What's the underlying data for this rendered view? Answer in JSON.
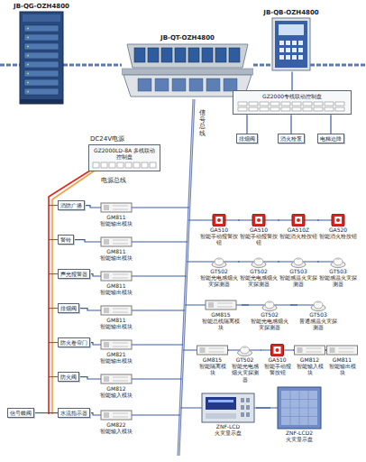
{
  "diagram": {
    "nodes": [
      {
        "text": [
          "JB-QG-OZH4800"
        ]
      },
      {
        "text": [
          "JB-QT-OZH4800"
        ]
      },
      {
        "text": [
          "JB-QB-OZH4800"
        ]
      },
      {
        "text": [
          "GZ2000专线联动控制盘"
        ]
      },
      {
        "text": [
          "排烟阀"
        ]
      },
      {
        "text": [
          "消火栓泵"
        ]
      },
      {
        "text": [
          "电梯迫降"
        ]
      },
      {
        "text": [
          "GZ2000LD-8A 多线联动控制盘"
        ]
      },
      {
        "text": [
          "消防广播"
        ]
      },
      {
        "text": [
          "GM811",
          "智能输出模块"
        ]
      },
      {
        "text": [
          "警铃"
        ]
      },
      {
        "text": [
          "GM811",
          "智能输出模块"
        ]
      },
      {
        "text": [
          "声光报警器"
        ]
      },
      {
        "text": [
          "GM811",
          "智能输出模块"
        ]
      },
      {
        "text": [
          "排烟阀"
        ]
      },
      {
        "text": [
          "GM811",
          "智能输出模块"
        ]
      },
      {
        "text": [
          "防火卷帘门"
        ]
      },
      {
        "text": [
          "GM821",
          "智能输出模块"
        ]
      },
      {
        "text": [
          "防火阀"
        ]
      },
      {
        "text": [
          "GM812",
          "智能输入模块"
        ]
      },
      {
        "text": [
          "信号蝶阀"
        ]
      },
      {
        "text": [
          "水流指示器"
        ]
      },
      {
        "text": [
          "GM822",
          "智能输入模块"
        ]
      },
      {
        "text": [
          "GA510",
          "智能手动报警按钮"
        ]
      },
      {
        "text": [
          "GA510",
          "智能手动报警按钮"
        ]
      },
      {
        "text": [
          "GA510Z",
          "智能消火栓按钮"
        ]
      },
      {
        "text": [
          "GA520",
          "智能消火栓按钮"
        ]
      },
      {
        "text": [
          "GT502",
          "智能光电感烟火灾探测器"
        ]
      },
      {
        "text": [
          "GT502",
          "智能光电感烟火灾探测器"
        ]
      },
      {
        "text": [
          "GT503",
          "智能感温火灾探测器"
        ]
      },
      {
        "text": [
          "GT503",
          "智能感温火灾探测器"
        ]
      },
      {
        "text": [
          "GM815",
          "智能总线隔离模块"
        ]
      },
      {
        "text": [
          "GT502",
          "智能光电感烟火灾探测器"
        ]
      },
      {
        "text": [
          "GT503",
          "普通感温火灾探测器"
        ]
      },
      {
        "text": [
          "GM815",
          "智能隔离模块"
        ]
      },
      {
        "text": [
          "GT502",
          "智能光电感烟火灾探测器"
        ]
      },
      {
        "text": [
          "GA510",
          "智能手动报警按钮"
        ]
      },
      {
        "text": [
          "GM812",
          "智能输入模块"
        ]
      },
      {
        "text": [
          "GM811",
          "智能输出模块"
        ]
      },
      {
        "text": [
          "ZNF-LCD",
          "火灾显示盘"
        ]
      },
      {
        "text": [
          "ZNF-LCD2",
          "火灾显示盘"
        ]
      }
    ],
    "edges": [
      {
        "from": 0,
        "to": 1,
        "arrow": "none"
      },
      {
        "from": 1,
        "to": 2,
        "arrow": "none"
      },
      {
        "from": 2,
        "to": 3,
        "arrow": "none"
      },
      {
        "from": 3,
        "to": 4,
        "arrow": "none"
      },
      {
        "from": 3,
        "to": 5,
        "arrow": "none"
      },
      {
        "from": 3,
        "to": 6,
        "arrow": "none"
      },
      {
        "from": 8,
        "to": 9,
        "arrow": "none"
      },
      {
        "from": 10,
        "to": 11,
        "arrow": "none"
      },
      {
        "from": 12,
        "to": 13,
        "arrow": "none"
      },
      {
        "from": 14,
        "to": 15,
        "arrow": "none"
      },
      {
        "from": 16,
        "to": 17,
        "arrow": "none"
      },
      {
        "from": 18,
        "to": 19,
        "arrow": "none"
      },
      {
        "from": 20,
        "to": 21,
        "arrow": "none"
      },
      {
        "from": 21,
        "to": 22,
        "arrow": "none"
      },
      {
        "from": 23,
        "to": 24,
        "arrow": "none"
      },
      {
        "from": 24,
        "to": 25,
        "arrow": "none"
      },
      {
        "from": 25,
        "to": 26,
        "arrow": "none"
      },
      {
        "from": 27,
        "to": 28,
        "arrow": "none"
      },
      {
        "from": 28,
        "to": 29,
        "arrow": "none"
      },
      {
        "from": 29,
        "to": 30,
        "arrow": "none"
      },
      {
        "from": 31,
        "to": 32,
        "arrow": "none"
      },
      {
        "from": 32,
        "to": 33,
        "arrow": "none"
      },
      {
        "from": 34,
        "to": 35,
        "arrow": "none"
      },
      {
        "from": 35,
        "to": 36,
        "arrow": "none"
      },
      {
        "from": 36,
        "to": 37,
        "arrow": "none"
      },
      {
        "from": 37,
        "to": 38,
        "arrow": "none"
      },
      {
        "from": 39,
        "to": 40,
        "arrow": "none"
      }
    ],
    "labels": [
      "DC24V电源",
      "电源总线",
      "信号总线"
    ]
  }
}
